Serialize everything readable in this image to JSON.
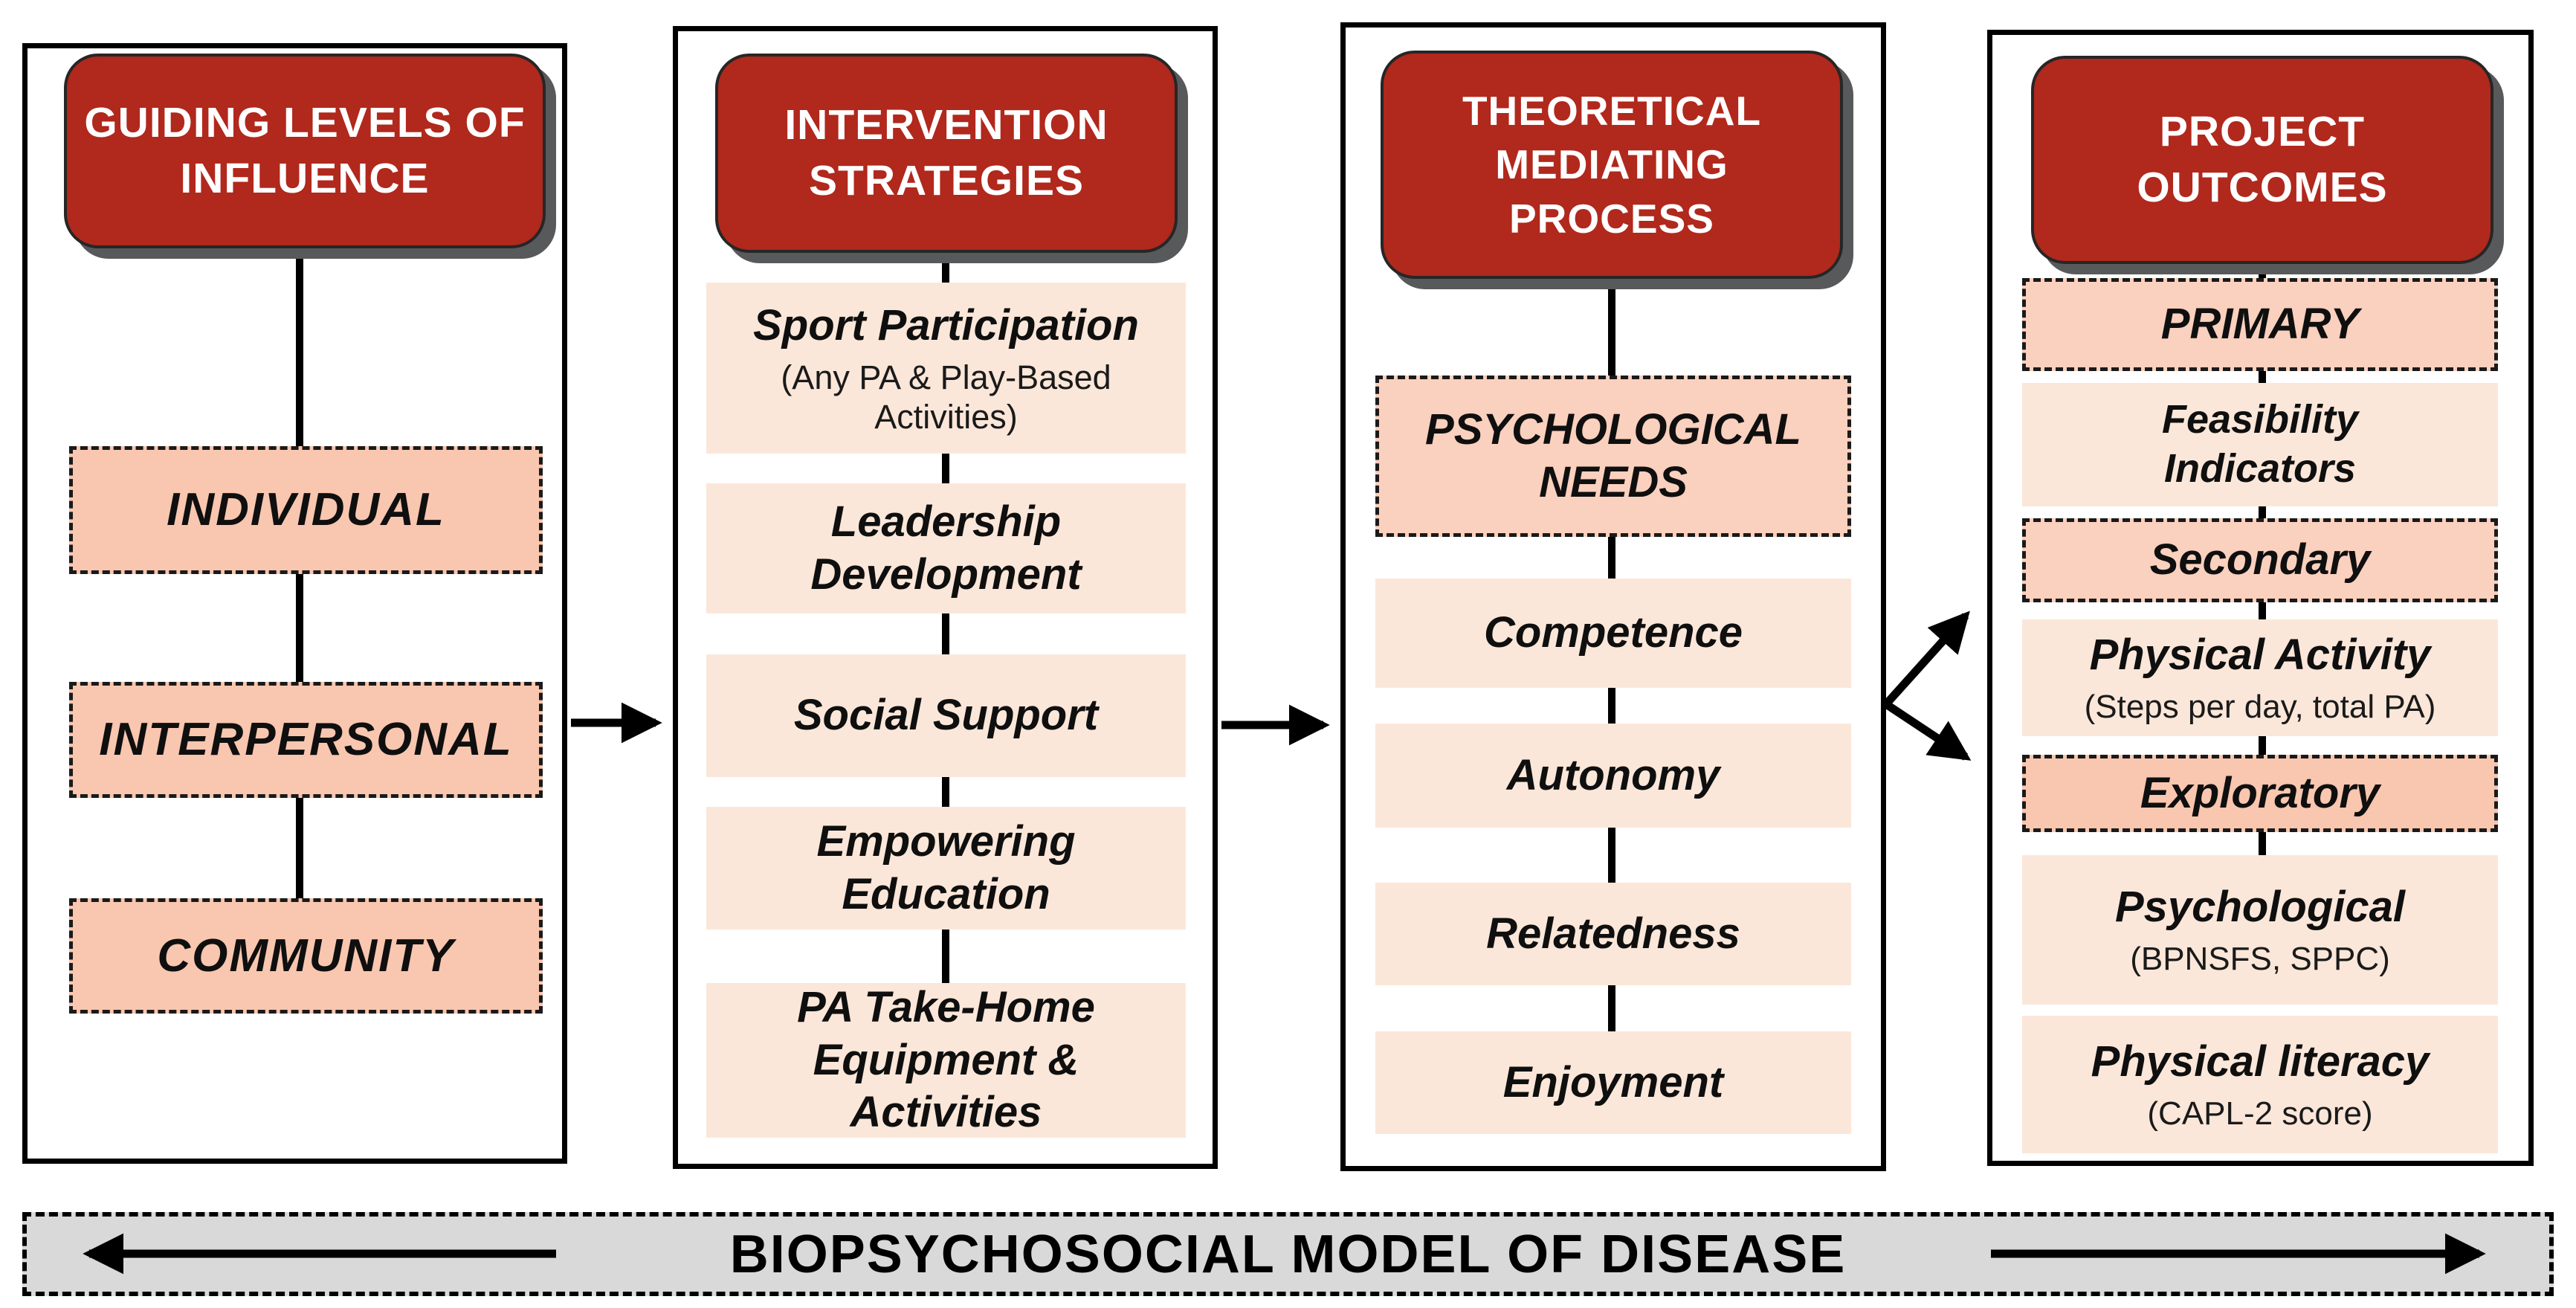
{
  "diagram": {
    "columns": [
      {
        "header": "GUIDING LEVELS OF\nINFLUENCE",
        "items": [
          {
            "label": "INDIVIDUAL"
          },
          {
            "label": "INTERPERSONAL"
          },
          {
            "label": "COMMUNITY"
          }
        ]
      },
      {
        "header": "INTERVENTION\nSTRATEGIES",
        "items": [
          {
            "label": "Sport Participation",
            "sub": "(Any PA & Play-Based\nActivities)"
          },
          {
            "label": "Leadership\nDevelopment"
          },
          {
            "label": "Social Support"
          },
          {
            "label": "Empowering\nEducation"
          },
          {
            "label": "PA Take-Home\nEquipment &\nActivities"
          }
        ]
      },
      {
        "header": "THEORETICAL\nMEDIATING\nPROCESS",
        "items": [
          {
            "label": "PSYCHOLOGICAL\nNEEDS"
          },
          {
            "label": "Competence"
          },
          {
            "label": "Autonomy"
          },
          {
            "label": "Relatedness"
          },
          {
            "label": "Enjoyment"
          }
        ]
      },
      {
        "header": "PROJECT\nOUTCOMES",
        "items": [
          {
            "label": "PRIMARY"
          },
          {
            "label": "Feasibility\nIndicators"
          },
          {
            "label": "Secondary"
          },
          {
            "label": "Physical Activity",
            "sub": "(Steps per day, total PA)"
          },
          {
            "label": "Exploratory"
          },
          {
            "label": "Psychological",
            "sub": "(BPNSFS, SPPC)"
          },
          {
            "label": "Physical literacy",
            "sub": "(CAPL-2 score)"
          }
        ]
      }
    ],
    "banner": {
      "label": "BIOPSYCHOSOCIAL MODEL OF DISEASE"
    },
    "colors": {
      "header_red": "#B1281C",
      "salmon": "#F9C6AF",
      "salmon_light": "#FAD0BE",
      "peach": "#FBE7D9",
      "banner_gray": "#D9D9D9"
    }
  }
}
